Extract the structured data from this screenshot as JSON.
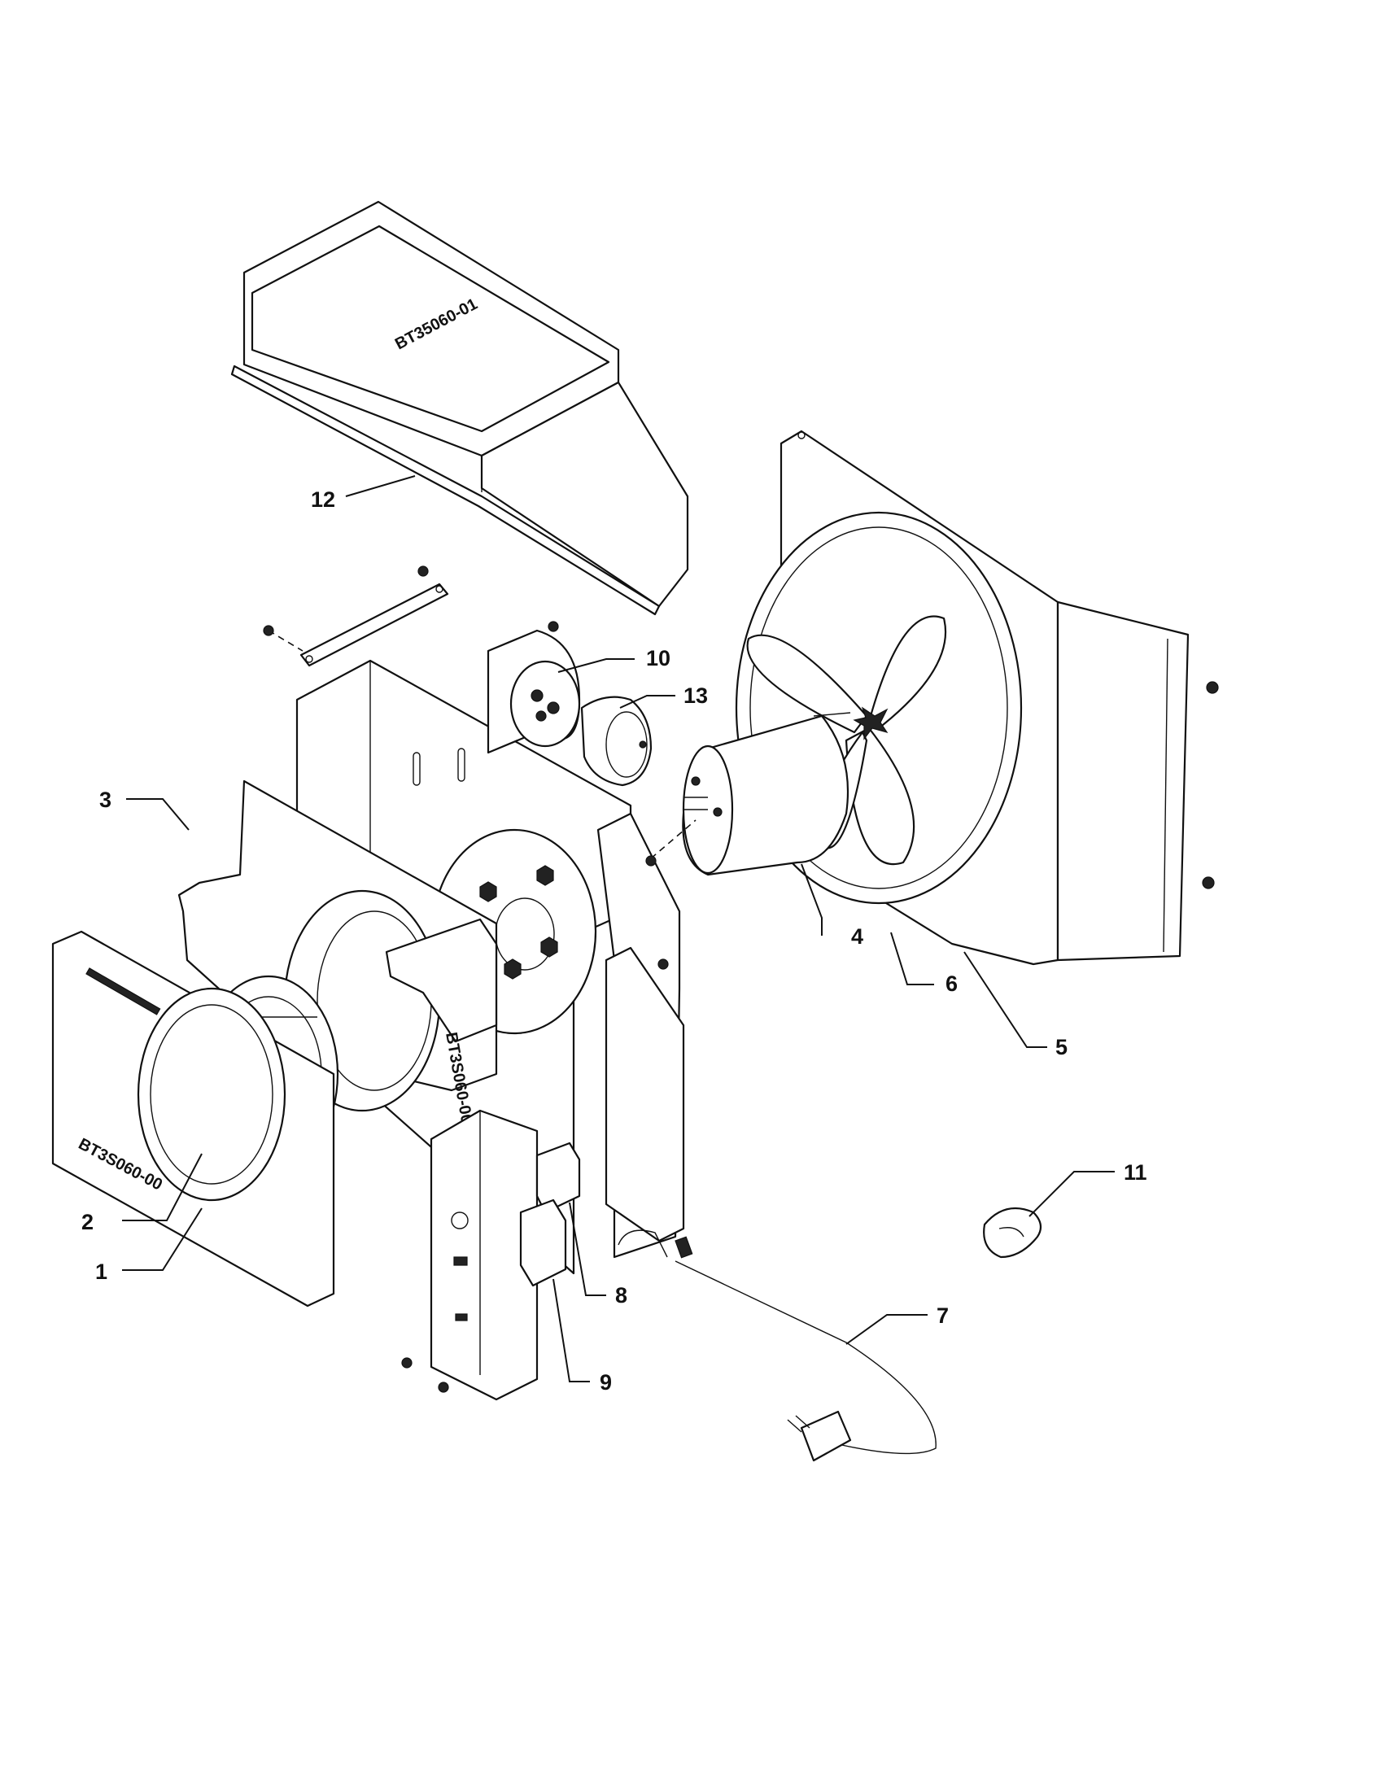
{
  "diagram": {
    "type": "exploded-parts-view",
    "stamps": [
      "BT35060-01",
      "BT3S060-00"
    ],
    "callouts": [
      {
        "id": "c1",
        "label": "1"
      },
      {
        "id": "c2",
        "label": "2"
      },
      {
        "id": "c3",
        "label": "3"
      },
      {
        "id": "c4",
        "label": "4"
      },
      {
        "id": "c5",
        "label": "5"
      },
      {
        "id": "c6",
        "label": "6"
      },
      {
        "id": "c7",
        "label": "7"
      },
      {
        "id": "c8",
        "label": "8"
      },
      {
        "id": "c9",
        "label": "9"
      },
      {
        "id": "c10",
        "label": "10"
      },
      {
        "id": "c11",
        "label": "11"
      },
      {
        "id": "c12",
        "label": "12"
      },
      {
        "id": "c13",
        "label": "13"
      }
    ]
  }
}
